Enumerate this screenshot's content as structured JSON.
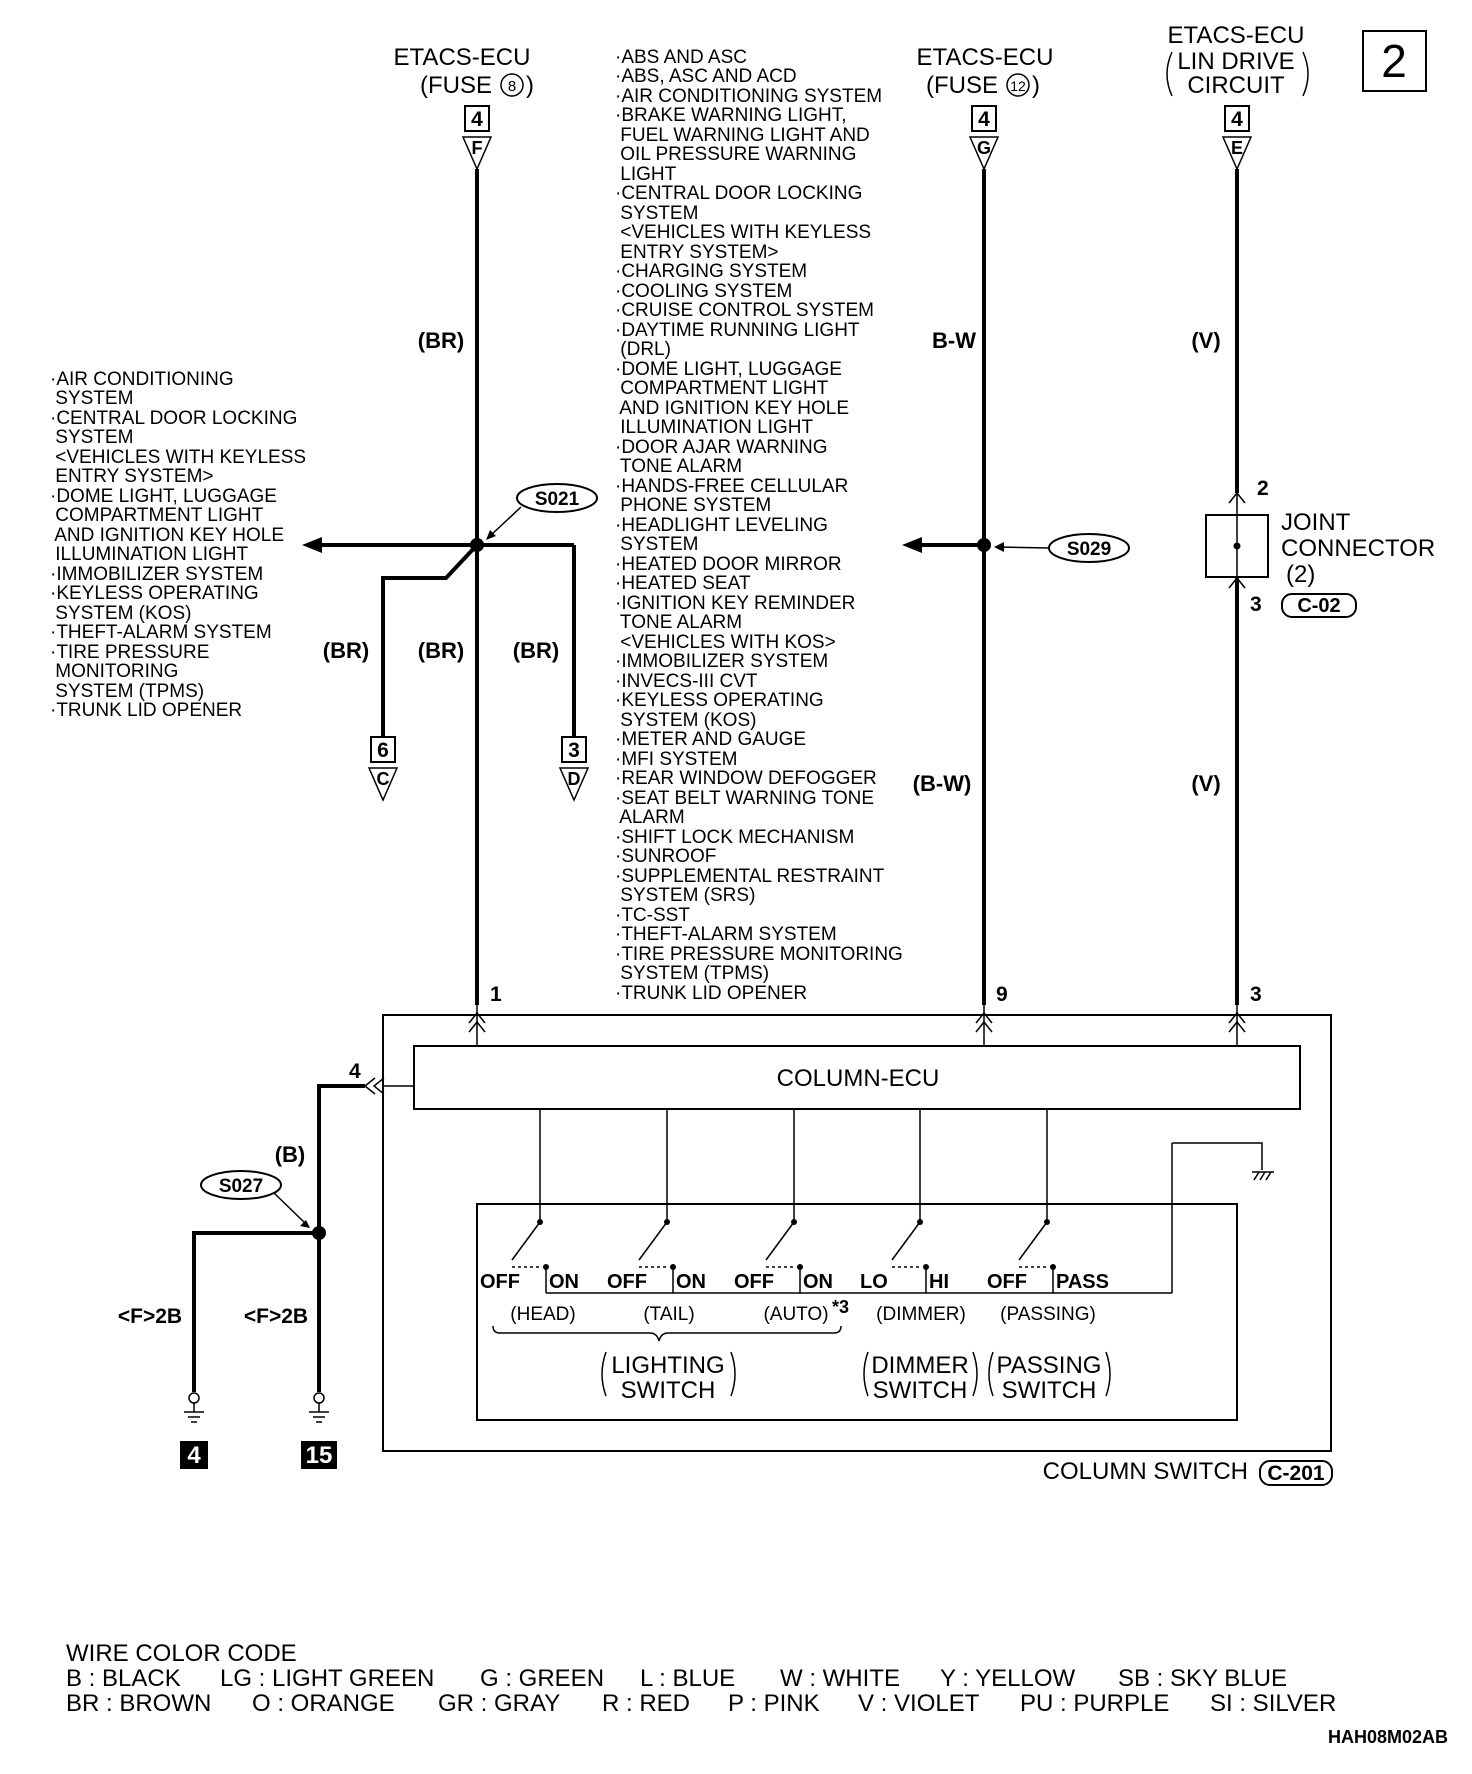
{
  "page_number": "2",
  "sources": {
    "left": {
      "line1": "ETACS-ECU",
      "line2": "(FUSE",
      "fuse": "8",
      "close": ")",
      "connector": "4",
      "terminal": "F"
    },
    "mid": {
      "line1": "ETACS-ECU",
      "line2": "(FUSE",
      "fuse": "12",
      "close": ")",
      "connector": "4",
      "terminal": "G"
    },
    "right": {
      "line1": "ETACS-ECU",
      "line2": "LIN DRIVE",
      "line3": "CIRCUIT",
      "connector": "4",
      "terminal": "E"
    }
  },
  "center_systems": [
    "·ABS AND ASC",
    "·ABS, ASC AND ACD",
    "·AIR CONDITIONING SYSTEM",
    "·BRAKE WARNING LIGHT,",
    " FUEL WARNING LIGHT AND",
    " OIL PRESSURE WARNING",
    " LIGHT",
    "·CENTRAL DOOR LOCKING",
    " SYSTEM",
    " <VEHICLES WITH KEYLESS",
    " ENTRY SYSTEM>",
    "·CHARGING SYSTEM",
    "·COOLING SYSTEM",
    "·CRUISE CONTROL SYSTEM",
    "·DAYTIME RUNNING LIGHT",
    " (DRL)",
    "·DOME LIGHT, LUGGAGE",
    " COMPARTMENT LIGHT",
    " AND IGNITION KEY HOLE",
    " ILLUMINATION LIGHT",
    "·DOOR AJAR WARNING",
    " TONE ALARM",
    "·HANDS-FREE CELLULAR",
    " PHONE SYSTEM",
    "·HEADLIGHT LEVELING",
    " SYSTEM",
    "·HEATED DOOR MIRROR",
    "·HEATED SEAT",
    "·IGNITION KEY REMINDER",
    " TONE ALARM",
    " <VEHICLES WITH KOS>",
    "·IMMOBILIZER SYSTEM",
    "·INVECS-III CVT",
    "·KEYLESS OPERATING",
    " SYSTEM (KOS)",
    "·METER AND GAUGE",
    "·MFI SYSTEM",
    "·REAR WINDOW DEFOGGER",
    "·SEAT BELT WARNING TONE",
    " ALARM",
    "·SHIFT LOCK MECHANISM",
    "·SUNROOF",
    "·SUPPLEMENTAL RESTRAINT",
    " SYSTEM (SRS)",
    "·TC-SST",
    "·THEFT-ALARM SYSTEM",
    "·TIRE PRESSURE MONITORING",
    " SYSTEM (TPMS)",
    "·TRUNK LID OPENER"
  ],
  "left_systems": [
    "·AIR CONDITIONING",
    " SYSTEM",
    "·CENTRAL DOOR LOCKING",
    " SYSTEM",
    " <VEHICLES WITH KEYLESS",
    " ENTRY SYSTEM>",
    "·DOME LIGHT, LUGGAGE",
    " COMPARTMENT LIGHT",
    " AND IGNITION KEY HOLE",
    " ILLUMINATION LIGHT",
    "·IMMOBILIZER SYSTEM",
    "·KEYLESS OPERATING",
    " SYSTEM (KOS)",
    "·THEFT-ALARM SYSTEM",
    "·TIRE PRESSURE",
    " MONITORING",
    " SYSTEM (TPMS)",
    "·TRUNK LID OPENER"
  ],
  "wires": {
    "br_top": "(BR)",
    "bw_top": "B-W",
    "v_top": "(V)",
    "br_left": "(BR)",
    "br_center": "(BR)",
    "br_right": "(BR)",
    "bw_bottom": "(B-W)",
    "v_bottom": "(V)",
    "b_ground": "(B)"
  },
  "splices": {
    "s021": "S021",
    "s029": "S029",
    "s027": "S027"
  },
  "branch_connectors": [
    {
      "number": "6",
      "terminal": "C"
    },
    {
      "number": "3",
      "terminal": "D"
    }
  ],
  "joint_connector": {
    "line1": "JOINT",
    "line2": "CONNECTOR",
    "line3": "(2)",
    "pin_top": "2",
    "pin_bottom": "3",
    "code": "C-02"
  },
  "column_pins": {
    "p1": "1",
    "p9": "9",
    "p3": "3",
    "p4": "4"
  },
  "column_ecu": "COLUMN-ECU",
  "switches": [
    {
      "off": "OFF",
      "on": "ON",
      "name": "(HEAD)"
    },
    {
      "off": "OFF",
      "on": "ON",
      "name": "(TAIL)"
    },
    {
      "off": "OFF",
      "on": "ON",
      "name": "(AUTO)",
      "note": "*3"
    },
    {
      "off": "LO",
      "on": "HI",
      "name": "(DIMMER)"
    },
    {
      "off": "OFF",
      "on": "PASS",
      "name": "(PASSING)"
    }
  ],
  "switch_groups": {
    "lighting": [
      "LIGHTING",
      "SWITCH"
    ],
    "dimmer": [
      "DIMMER",
      "SWITCH"
    ],
    "passing": [
      "PASSING",
      "SWITCH"
    ]
  },
  "column_switch": {
    "label": "COLUMN SWITCH",
    "code": "C-201"
  },
  "grounds": [
    {
      "ref": "<F>2B",
      "number": "4"
    },
    {
      "ref": "<F>2B",
      "number": "15"
    }
  ],
  "wire_color_code": {
    "title": "WIRE COLOR CODE",
    "row1": [
      "B : BLACK",
      "LG : LIGHT GREEN",
      "G : GREEN",
      "L : BLUE",
      "W : WHITE",
      "Y : YELLOW",
      "SB : SKY BLUE"
    ],
    "row2": [
      "BR : BROWN",
      "O : ORANGE",
      "GR : GRAY",
      "R : RED",
      "P : PINK",
      "V : VIOLET",
      "PU : PURPLE",
      "SI : SILVER"
    ]
  },
  "figure_code": "HAH08M02AB"
}
